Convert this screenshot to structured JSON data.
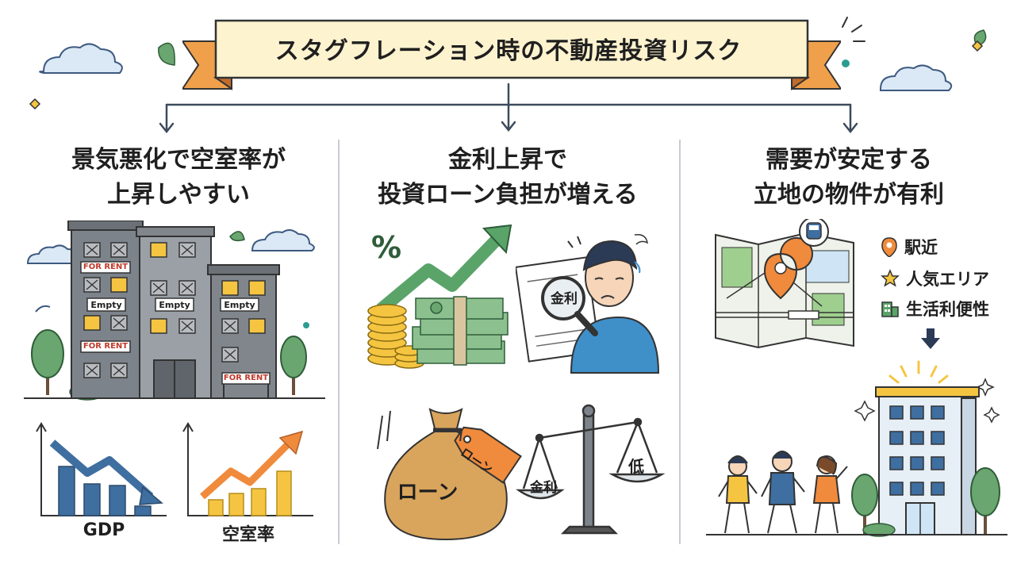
{
  "title": "スタグフレーション時の不動産投資リスク",
  "columns": [
    {
      "heading_line1": "景気悪化で空室率が",
      "heading_line2": "上昇しやすい",
      "signs": [
        "FOR RENT",
        "FOR RENT",
        "FOR RENT"
      ],
      "empty_labels": [
        "Empty",
        "Empty",
        "Empty"
      ],
      "chart_labels": [
        "GDP",
        "空室率"
      ]
    },
    {
      "heading_line1": "金利上昇で",
      "heading_line2": "投資ローン負担が増える",
      "percent": "%",
      "magnifier_text": "金利",
      "bag_text": "ローン",
      "tag_text": "ローン",
      "scale_left": "金利",
      "scale_right": "低"
    },
    {
      "heading_line1": "需要が安定する",
      "heading_line2": "立地の物件が有利",
      "legend": [
        "駅近",
        "人気エリア",
        "生活利便性"
      ]
    }
  ],
  "colors": {
    "ribbon": "#f0a04b",
    "ribbon_dark": "#d8813a",
    "title_bg": "#fdf3cf",
    "money": "#6aa66f",
    "arrow_green": "#5aa469",
    "arrow_blue": "#3f6ea0",
    "arrow_orange": "#f08a3c",
    "building_gray": "#8a8f96"
  }
}
